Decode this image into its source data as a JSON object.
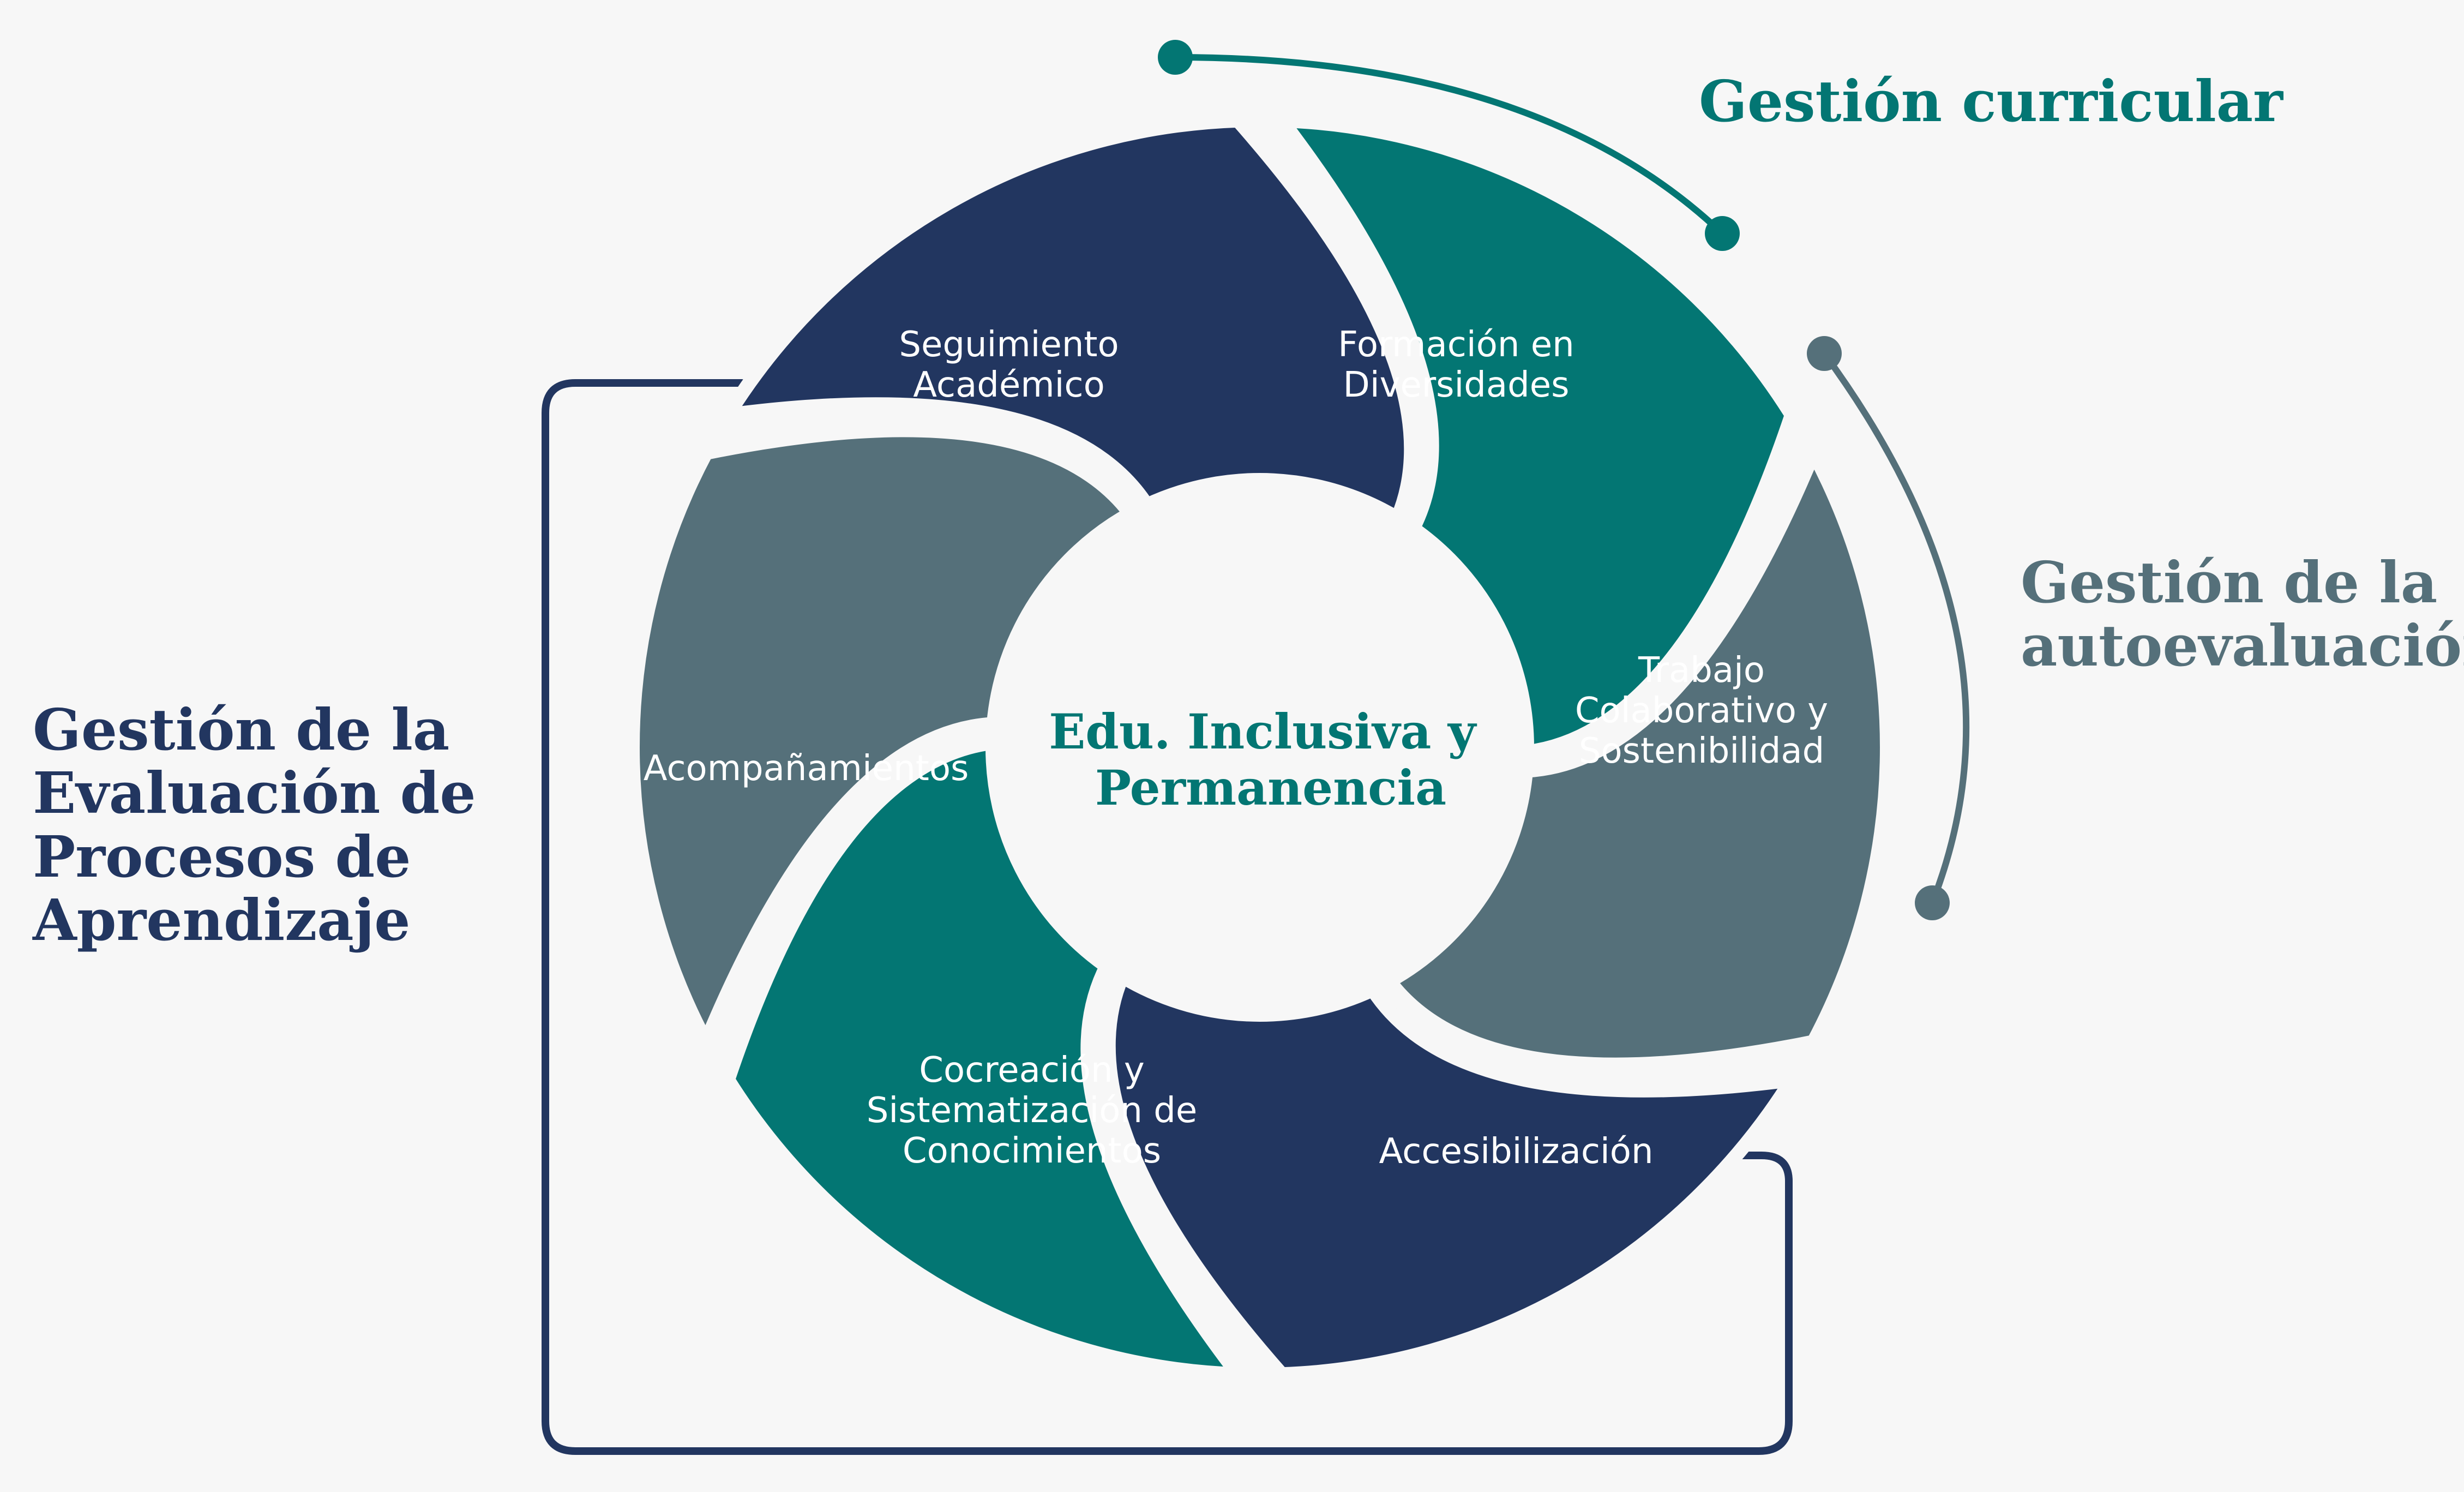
{
  "colors": {
    "background": "#f7f7f7",
    "navy": "#223660",
    "teal": "#037673",
    "slate": "#55707a",
    "white": "#ffffff"
  },
  "center": {
    "lines": [
      "Edu. Inclusiva y",
      "Permanencia"
    ]
  },
  "segments": [
    {
      "id": "seguimiento",
      "color": "navy",
      "lines": [
        "Seguimiento",
        "Académico"
      ]
    },
    {
      "id": "formacion",
      "color": "teal",
      "lines": [
        "Formación en",
        "Diversidades"
      ]
    },
    {
      "id": "trabajo",
      "color": "slate",
      "lines": [
        "Trabajo",
        "Colaborativo y",
        "Sostenibilidad"
      ]
    },
    {
      "id": "accesibilizacion",
      "color": "navy",
      "lines": [
        "Accesibilización"
      ]
    },
    {
      "id": "cocreacion",
      "color": "teal",
      "lines": [
        "Cocreación y",
        "Sistematización de",
        "Conocimientos"
      ]
    },
    {
      "id": "acompanamientos",
      "color": "slate",
      "lines": [
        "Acompañamientos"
      ]
    }
  ],
  "side_labels": {
    "curricular": {
      "text": "Gestión curricular",
      "color": "teal"
    },
    "autoevaluacion": {
      "text": "Gestión de la\nautoevaluación",
      "color": "slate"
    },
    "evaluacion": {
      "text": "Gestión de la\nEvaluación de\nProcesos de\nAprendizaje",
      "color": "navy"
    }
  }
}
